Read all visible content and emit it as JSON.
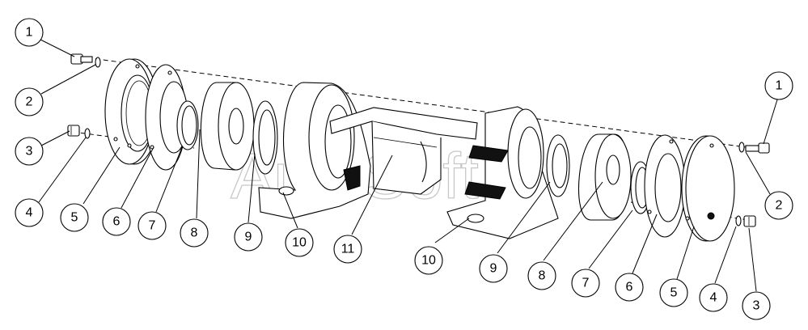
{
  "diagram": {
    "type": "exploded-assembly-drawing",
    "watermark": "AutoSoft",
    "callouts": [
      {
        "label": "1"
      },
      {
        "label": "2"
      },
      {
        "label": "3"
      },
      {
        "label": "4"
      },
      {
        "label": "5"
      },
      {
        "label": "6"
      },
      {
        "label": "7"
      },
      {
        "label": "8"
      },
      {
        "label": "9"
      },
      {
        "label": "10"
      },
      {
        "label": "11"
      },
      {
        "label": "10"
      },
      {
        "label": "9"
      },
      {
        "label": "8"
      },
      {
        "label": "7"
      },
      {
        "label": "6"
      },
      {
        "label": "5"
      },
      {
        "label": "4"
      },
      {
        "label": "3"
      },
      {
        "label": "2"
      },
      {
        "label": "1"
      }
    ]
  }
}
